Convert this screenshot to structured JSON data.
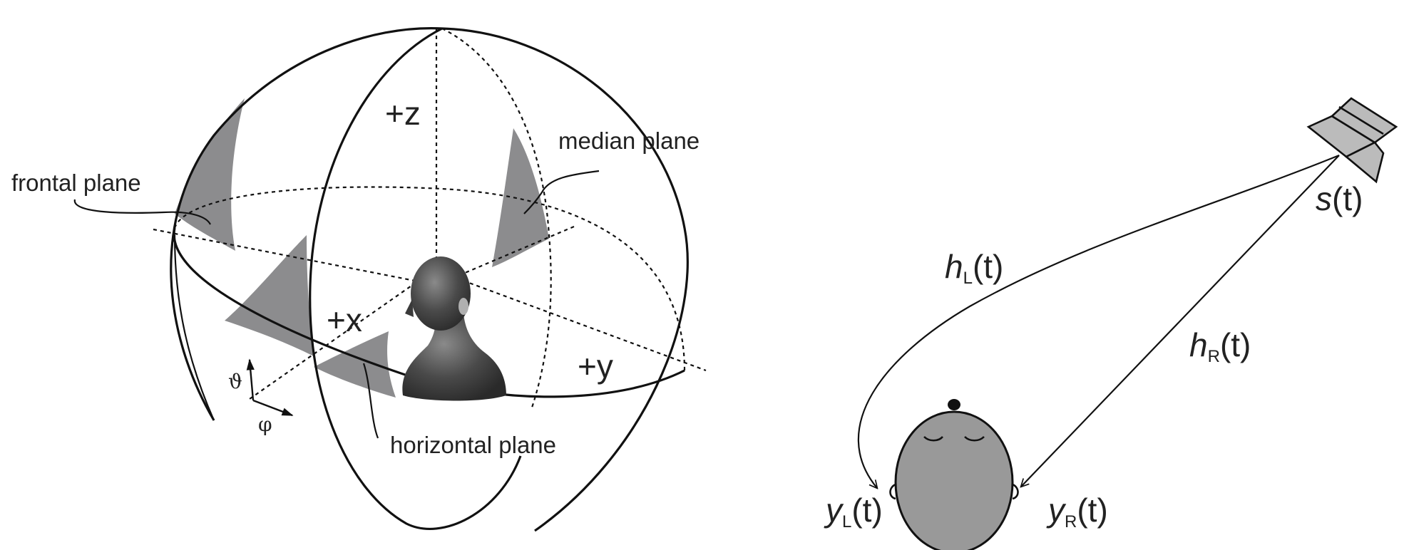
{
  "sphere": {
    "labels": {
      "frontal_plane": "frontal plane",
      "median_plane": "median plane",
      "horizontal_plane": "horizontal plane",
      "axis_z": "+z",
      "axis_x": "+x",
      "axis_y": "+y",
      "elevation_symbol": "ϑ",
      "azimuth_symbol": "φ"
    }
  },
  "binaural": {
    "source": {
      "main": "s",
      "arg": "(t)"
    },
    "hrir_left": {
      "main": "h",
      "sub": "L",
      "arg": "(t)"
    },
    "hrir_right": {
      "main": "h",
      "sub": "R",
      "arg": "(t)"
    },
    "ear_left": {
      "main": "y",
      "sub": "L",
      "arg": "(t)"
    },
    "ear_right": {
      "main": "y",
      "sub": "R",
      "arg": "(t)"
    }
  },
  "colors": {
    "stroke": "#111111",
    "plane_shade": "#8c8c8e",
    "head_fill": "#999999",
    "speaker_fill": "#bbbbbb"
  }
}
